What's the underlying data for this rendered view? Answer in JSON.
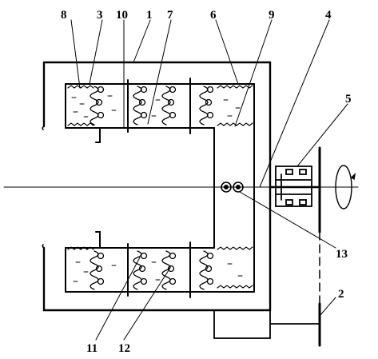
{
  "colors": {
    "ink": "#000000",
    "background": "#ffffff"
  },
  "diagram": {
    "labels": {
      "l1": "1",
      "l2": "2",
      "l3": "3",
      "l4": "4",
      "l5": "5",
      "l6": "6",
      "l7": "7",
      "l8": "8",
      "l9": "9",
      "l10": "10",
      "l11": "11",
      "l12": "12",
      "l13": "13"
    }
  }
}
